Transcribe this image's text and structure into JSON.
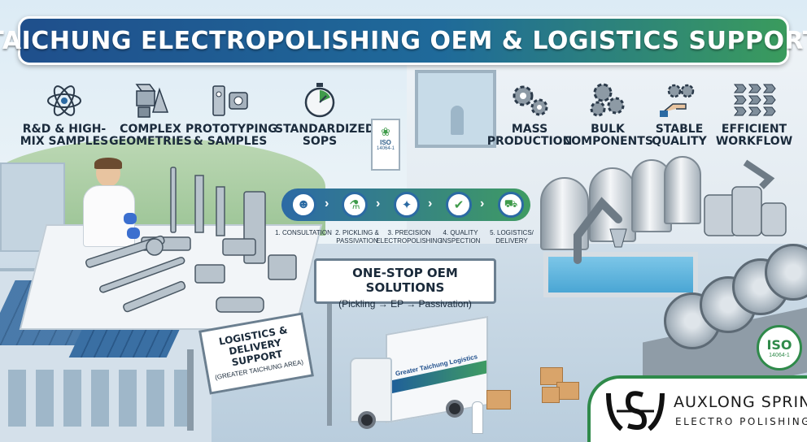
{
  "title": "TAICHUNG ELECTROPOLISHING OEM & LOGISTICS SUPPORT",
  "features_left": [
    {
      "label": "R&D & HIGH-MIX SAMPLES",
      "icon": "atom-icon"
    },
    {
      "label": "COMPLEX GEOMETRIES",
      "icon": "geometry-shapes-icon"
    },
    {
      "label": "PROTOTYPING & SAMPLES",
      "icon": "metal-parts-icon"
    },
    {
      "label": "STANDARDIZED SOPs",
      "icon": "stopwatch-icon"
    }
  ],
  "features_right": [
    {
      "label": "MASS PRODUCTION",
      "icon": "gears-icon"
    },
    {
      "label": "BULK COMPONENTS",
      "icon": "gears-icon"
    },
    {
      "label": "STABLE QUALITY",
      "icon": "hand-gears-icon"
    },
    {
      "label": "EFFICIENT WORKFLOW",
      "icon": "arrow-grid-icon"
    }
  ],
  "process_steps": [
    {
      "label": "1. CONSULTATION",
      "icon": "person-icon"
    },
    {
      "label": "2. PICKLING & PASSIVATION",
      "icon": "flask-icon"
    },
    {
      "label": "3. PRECISION ELECTROPOLISHING",
      "icon": "sparkle-icon"
    },
    {
      "label": "4. QUALITY INSPECTION",
      "icon": "check-badge-icon"
    },
    {
      "label": "5. LOGISTICS/ DELIVERY",
      "icon": "truck-icon"
    }
  ],
  "oem_sign": {
    "line1": "ONE-STOP OEM SOLUTIONS",
    "line2": "(Pickling → EP → Passivation)"
  },
  "logistics_sign": {
    "line1": "LOGISTICS &",
    "line2": "DELIVERY SUPPORT",
    "line3": "(GREATER TAICHUNG AREA)"
  },
  "truck_text": "Greater Taichung Logistics",
  "iso_sign": {
    "line1": "ISO",
    "line2": "14064-1"
  },
  "iso_badge": {
    "line1": "ISO",
    "line2": "14064-1"
  },
  "logo": {
    "name": "AUXLONG SPRING",
    "subtitle": "ELECTRO POLISHING"
  },
  "colors": {
    "banner_blue": "#1f4f8c",
    "banner_green": "#3a9b5d",
    "accent_green": "#2f8a4a"
  }
}
